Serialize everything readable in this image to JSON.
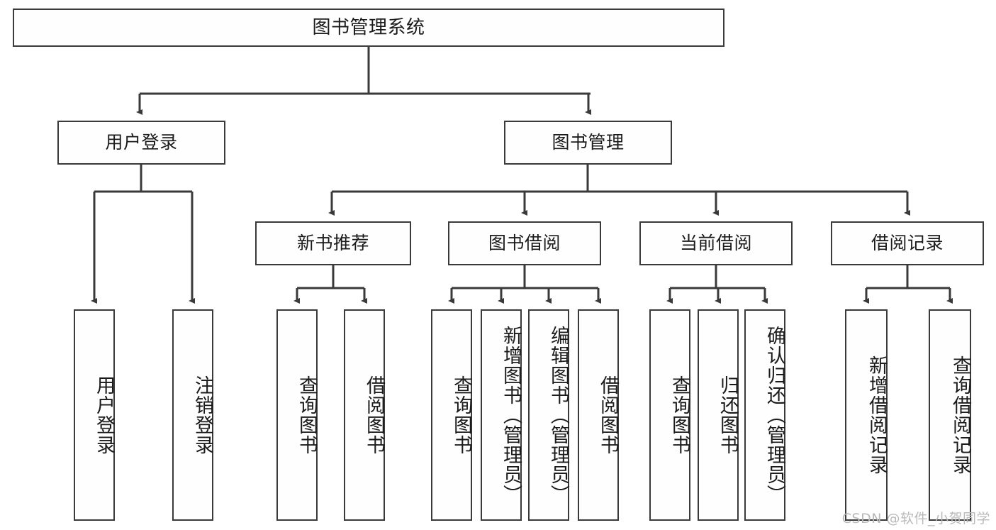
{
  "diagram": {
    "title": "图书管理系统",
    "type": "tree",
    "line_color": "#3a3a3a",
    "box_fill": "#fefefe",
    "text_color": "#1b1b1b",
    "watermark": "CSDN @软件_小贺同学",
    "nodes": {
      "root": {
        "label": "图书管理系统"
      },
      "level2": [
        {
          "label": "用户登录"
        },
        {
          "label": "图书管理"
        }
      ],
      "level3": [
        {
          "label": "新书推荐"
        },
        {
          "label": "图书借阅"
        },
        {
          "label": "当前借阅"
        },
        {
          "label": "借阅记录"
        }
      ],
      "leaves_login": [
        {
          "label": "用户登录"
        },
        {
          "label": "注销登录"
        }
      ],
      "leaves_newbook": [
        {
          "label": "查询图书"
        },
        {
          "label": "借阅图书"
        }
      ],
      "leaves_borrow": [
        {
          "label": "查询图书"
        },
        {
          "label": "新增图书（管理员）"
        },
        {
          "label": "编辑图书（管理员）"
        },
        {
          "label": "借阅图书"
        }
      ],
      "leaves_current": [
        {
          "label": "查询图书"
        },
        {
          "label": "归还图书"
        },
        {
          "label": "确认归还（管理员）"
        }
      ],
      "leaves_record": [
        {
          "label": "新增借阅记录"
        },
        {
          "label": "查询借阅记录"
        }
      ]
    }
  }
}
